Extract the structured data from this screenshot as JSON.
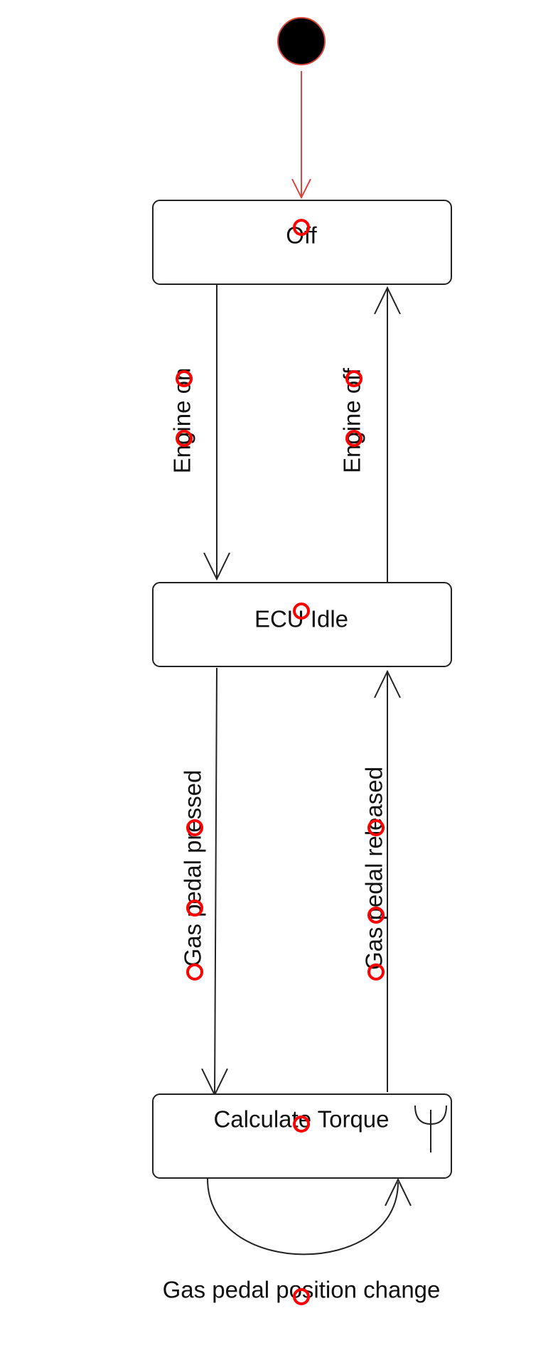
{
  "colors": {
    "initial_node": "#000000",
    "initial_node_border": "#d9463b",
    "initial_edge": "#d9463b",
    "edge": "#222222",
    "marker": "#ff0000"
  },
  "states": {
    "off": "Off",
    "ecu_idle": "ECU Idle",
    "calculate_torque": "Calculate Torque"
  },
  "transitions": {
    "engine_on": "Engine on",
    "engine_off": "Engine off",
    "gas_pressed": "Gas pedal pressed",
    "gas_released": "Gas pedal released",
    "gas_position_change": "Gas pedal position change"
  },
  "icons": {
    "calculate_torque_decomposition": "trident-fork-icon",
    "annotation_marker": "red-circle-marker"
  }
}
